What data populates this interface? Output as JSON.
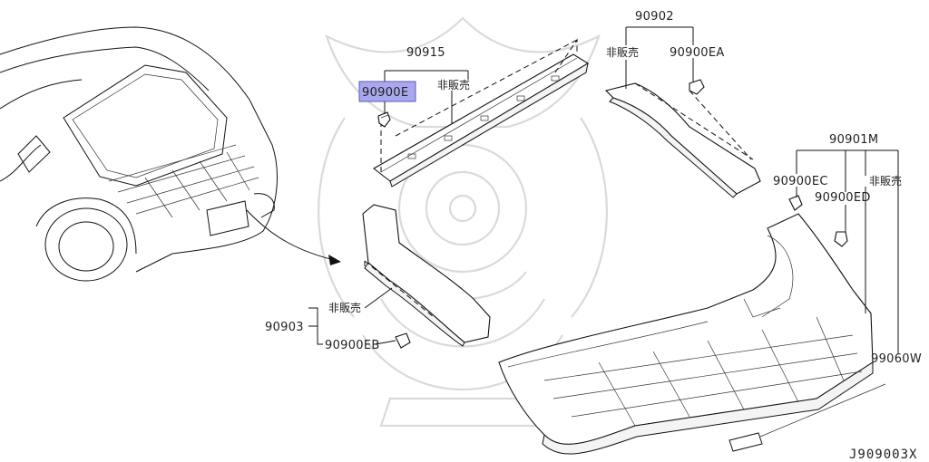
{
  "diagram": {
    "code": "J909003X",
    "accent_color": "#a8a8ee",
    "highlighted_part": "90900E",
    "parts": {
      "p90915": "90915",
      "p90900E": "90900E",
      "p90902": "90902",
      "p90900EA": "90900EA",
      "p90901M": "90901M",
      "p90900EC": "90900EC",
      "p90900ED": "90900ED",
      "p99060W": "99060W",
      "p90903": "90903",
      "p90900EB": "90900EB"
    },
    "notes": {
      "n_90915": "非販売",
      "n_90902": "非販売",
      "n_90901M": "非販売",
      "n_90903": "非販売"
    }
  }
}
